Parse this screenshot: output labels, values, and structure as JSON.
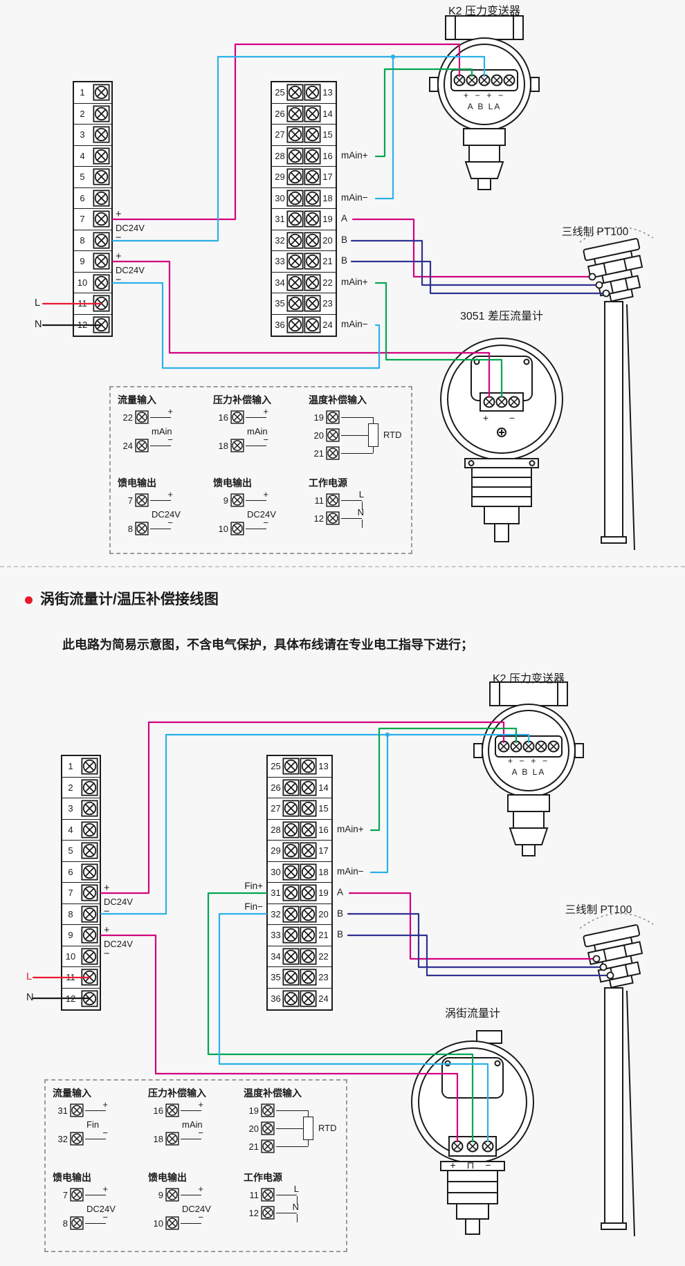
{
  "colors": {
    "magenta": "#D4007F",
    "cyan": "#2BB0E8",
    "green": "#00A651",
    "navy": "#2E3192",
    "red": "#E8192C",
    "ink": "#1A1A1A"
  },
  "section1": {
    "k2_label": "K2 压力变送器",
    "k2_terminals_row1": "+ − + −",
    "k2_terminals_row2": "A B LA",
    "pt100_label": "三线制 PT100",
    "meter_label": "3051 差压流量计",
    "meter_plus": "+",
    "meter_minus": "−",
    "left_block": {
      "numbers": [
        "1",
        "2",
        "3",
        "4",
        "5",
        "6",
        "7",
        "8",
        "9",
        "10",
        "11",
        "12"
      ]
    },
    "mid_block": {
      "left_numbers": [
        "25",
        "26",
        "27",
        "28",
        "29",
        "30",
        "31",
        "32",
        "33",
        "34",
        "35",
        "36"
      ],
      "right_numbers": [
        "13",
        "14",
        "15",
        "16",
        "17",
        "18",
        "19",
        "20",
        "21",
        "22",
        "23",
        "24"
      ]
    },
    "right_labels": [
      {
        "row": 4,
        "text": "mAin+"
      },
      {
        "row": 6,
        "text": "mAin−"
      },
      {
        "row": 7,
        "text": "A"
      },
      {
        "row": 8,
        "text": "B"
      },
      {
        "row": 9,
        "text": "B"
      },
      {
        "row": 10,
        "text": "mAin+"
      },
      {
        "row": 12,
        "text": "mAin−"
      }
    ],
    "left_labels": {
      "plus1": "+",
      "name1": "DC24V",
      "minus1": "−",
      "plus2": "+",
      "name2": "DC24V",
      "minus2": "−",
      "line": "L",
      "neutral": "N"
    },
    "legend": {
      "blocks": [
        {
          "title": "流量输入",
          "mid": "mAin",
          "rows": [
            {
              "num": "22",
              "end": "+"
            },
            {
              "num": "24",
              "end": "−"
            }
          ]
        },
        {
          "title": "压力补偿输入",
          "mid": "mAin",
          "rows": [
            {
              "num": "16",
              "end": "+"
            },
            {
              "num": "18",
              "end": "−"
            }
          ]
        },
        {
          "title": "温度补偿输入",
          "mid": "RTD",
          "rtd": true,
          "rows": [
            {
              "num": "19"
            },
            {
              "num": "20"
            },
            {
              "num": "21"
            }
          ]
        },
        {
          "title": "馈电输出",
          "mid": "DC24V",
          "rows": [
            {
              "num": "7",
              "end": "+"
            },
            {
              "num": "8",
              "end": "−"
            }
          ]
        },
        {
          "title": "馈电输出",
          "mid": "DC24V",
          "rows": [
            {
              "num": "9",
              "end": "+"
            },
            {
              "num": "10",
              "end": "−"
            }
          ]
        },
        {
          "title": "工作电源",
          "mid": "",
          "rows": [
            {
              "num": "11",
              "end": "L",
              "drop": true
            },
            {
              "num": "12",
              "end": "N",
              "drop": true
            }
          ]
        }
      ]
    }
  },
  "section2": {
    "title": "涡街流量计/温压补偿接线图",
    "subtitle": "此电路为简易示意图，不含电气保护，具体布线请在专业电工指导下进行；",
    "k2_label": "K2 压力变送器",
    "k2_terminals_row1": "+ − + −",
    "k2_terminals_row2": "A B LA",
    "pt100_label": "三线制 PT100",
    "meter_label": "涡街流量计",
    "meter_terminals": "+ ⊓ −",
    "fin_plus": "Fin+",
    "fin_minus": "Fin−",
    "left_block": {
      "numbers": [
        "1",
        "2",
        "3",
        "4",
        "5",
        "6",
        "7",
        "8",
        "9",
        "10",
        "11",
        "12"
      ]
    },
    "mid_block": {
      "left_numbers": [
        "25",
        "26",
        "27",
        "28",
        "29",
        "30",
        "31",
        "32",
        "33",
        "34",
        "35",
        "36"
      ],
      "right_numbers": [
        "13",
        "14",
        "15",
        "16",
        "17",
        "18",
        "19",
        "20",
        "21",
        "22",
        "23",
        "24"
      ]
    },
    "right_labels": [
      {
        "row": 4,
        "text": "mAin+"
      },
      {
        "row": 6,
        "text": "mAin−"
      },
      {
        "row": 7,
        "text": "A"
      },
      {
        "row": 8,
        "text": "B"
      },
      {
        "row": 9,
        "text": "B"
      }
    ],
    "left_labels": {
      "plus1": "+",
      "name1": "DC24V",
      "minus1": "−",
      "plus2": "+",
      "name2": "DC24V",
      "minus2": "−",
      "line": "L",
      "neutral": "N"
    },
    "legend": {
      "blocks": [
        {
          "title": "流量输入",
          "mid": "Fin",
          "rows": [
            {
              "num": "31",
              "end": "+"
            },
            {
              "num": "32",
              "end": "−"
            }
          ]
        },
        {
          "title": "压力补偿输入",
          "mid": "mAin",
          "rows": [
            {
              "num": "16",
              "end": "+"
            },
            {
              "num": "18",
              "end": "−"
            }
          ]
        },
        {
          "title": "温度补偿输入",
          "mid": "RTD",
          "rtd": true,
          "rows": [
            {
              "num": "19"
            },
            {
              "num": "20"
            },
            {
              "num": "21"
            }
          ]
        },
        {
          "title": "馈电输出",
          "mid": "DC24V",
          "rows": [
            {
              "num": "7",
              "end": "+"
            },
            {
              "num": "8",
              "end": "−"
            }
          ]
        },
        {
          "title": "馈电输出",
          "mid": "DC24V",
          "rows": [
            {
              "num": "9",
              "end": "+"
            },
            {
              "num": "10",
              "end": "−"
            }
          ]
        },
        {
          "title": "工作电源",
          "mid": "",
          "rows": [
            {
              "num": "11",
              "end": "L",
              "drop": true
            },
            {
              "num": "12",
              "end": "N",
              "drop": true
            }
          ]
        }
      ]
    }
  }
}
